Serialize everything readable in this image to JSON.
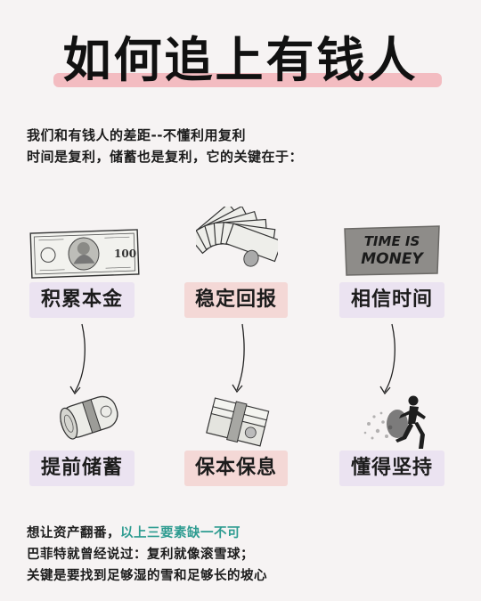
{
  "title": "如何追上有钱人",
  "intro": {
    "line1": "我们和有钱人的差距--不懂利用复利",
    "line2": "时间是复利，储蓄也是复利，它的关键在于："
  },
  "steps": {
    "accumulate_capital": "积累本金",
    "stable_return": "稳定回报",
    "trust_time": "相信时间",
    "save_more": "提前储蓄",
    "preserve_capital": "保本保息",
    "persist": "懂得坚持"
  },
  "time_is_money": {
    "line1": "TIME IS",
    "line2": "MONEY"
  },
  "bill_denomination": "100",
  "outro": {
    "line1_plain": "想让资产翻番，",
    "line1_accent": "以上三要素缺一不可",
    "line2": "巴菲特就曾经说过：复利就像滚雪球；",
    "line3": "关键是要找到足够湿的雪和足够长的坡心"
  },
  "colors": {
    "title_highlight": "#f3bcc1",
    "accent_text": "#2e9c91",
    "label_lavender": "#ebe3f1",
    "label_pink": "#f4d8d6",
    "background": "#f6f3f3"
  },
  "icons": [
    "dollar-bill-icon",
    "money-fan-icon",
    "time-is-money-sign-icon",
    "money-roll-icon",
    "money-stack-icon",
    "running-man-icon"
  ]
}
